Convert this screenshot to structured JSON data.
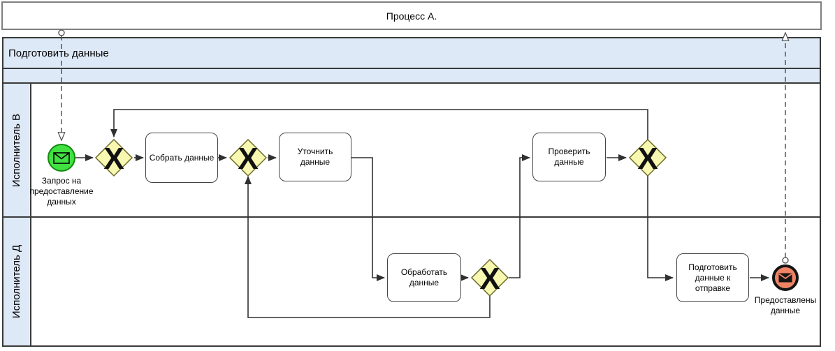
{
  "process_band": {
    "title": "Процесс А."
  },
  "pool": {
    "title": "Подготовить данные",
    "lanes": [
      {
        "label": "Исполнитель В"
      },
      {
        "label": "Исполнитель Д"
      }
    ]
  },
  "events": {
    "start": {
      "label": "Запрос на предоставление данных"
    },
    "end": {
      "label": "Предоставлены данные"
    }
  },
  "tasks": [
    {
      "label": "Собрать данные"
    },
    {
      "label": "Уточнить данные"
    },
    {
      "label": "Обработать данные"
    },
    {
      "label": "Проверить данные"
    },
    {
      "label": "Подготовить данные к отправке"
    }
  ],
  "gateways": [
    {
      "symbol": "X"
    },
    {
      "symbol": "X"
    },
    {
      "symbol": "X"
    },
    {
      "symbol": "X"
    }
  ],
  "colors": {
    "lane_fill": "#dee9f7",
    "gateway_fill": "#f8f8b0",
    "gateway_border": "#6b6b2a",
    "start_event_fill": "#42e142",
    "start_event_border": "#128a12",
    "end_event_fill": "#ef8465",
    "line": "#303030"
  }
}
